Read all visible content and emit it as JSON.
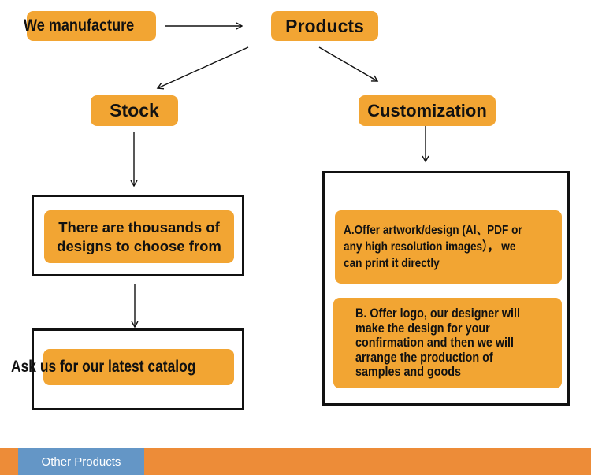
{
  "flow": {
    "we_manufacture": "We manufacture",
    "products": "Products",
    "stock": "Stock",
    "customization": "Customization",
    "stock_step1": "There are thousands of designs to choose from",
    "stock_step2": "Ask us for our latest catalog",
    "custom_option_a": "A.Offer artwork/design (AI、PDF or any high resolution images）， we can print it directly",
    "custom_option_b": "B. Offer logo, our designer will make the design for your confirmation and then we will arrange the production of samples and goods"
  },
  "colors": {
    "box_fill": "#f2a533",
    "footer_bar": "#ed8c38",
    "footer_tab": "#6496c6"
  },
  "footer": {
    "tab_label": "Other Products"
  }
}
